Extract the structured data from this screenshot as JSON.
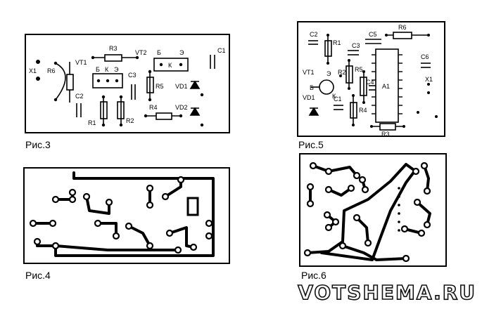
{
  "figures": {
    "fig3": {
      "caption": "Рис.3",
      "labels": {
        "x1": "X1",
        "r6": "R6",
        "vt1": "VT1",
        "r3": "R3",
        "vt2": "VT2",
        "b1": "Б",
        "k1": "К",
        "e1": "Э",
        "b2": "Б",
        "e2": "Э",
        "k2": "К",
        "c1": "C1",
        "c3": "C3",
        "c2": "C2",
        "r5": "R5",
        "vd1": "VD1",
        "r4": "R4",
        "vd2": "VD2",
        "r1": "R1",
        "r2": "R2"
      }
    },
    "fig4": {
      "caption": "Рис.4"
    },
    "fig5": {
      "caption": "Рис.5",
      "labels": {
        "c2": "C2",
        "r1": "R1",
        "c5": "C5",
        "r6": "R6",
        "c3": "C3",
        "c6": "C6",
        "r2": "R2",
        "e": "Э",
        "vt1": "VT1",
        "r5": "R5",
        "b": "Б",
        "k": "К",
        "c4": "C4",
        "a1": "A1",
        "x1": "X1",
        "vd1": "VD1",
        "c1": "C1",
        "r4": "R4",
        "r3": "R3"
      }
    },
    "fig6": {
      "caption": "Рис.6"
    }
  },
  "watermark": "VOTSHEMA.RU"
}
